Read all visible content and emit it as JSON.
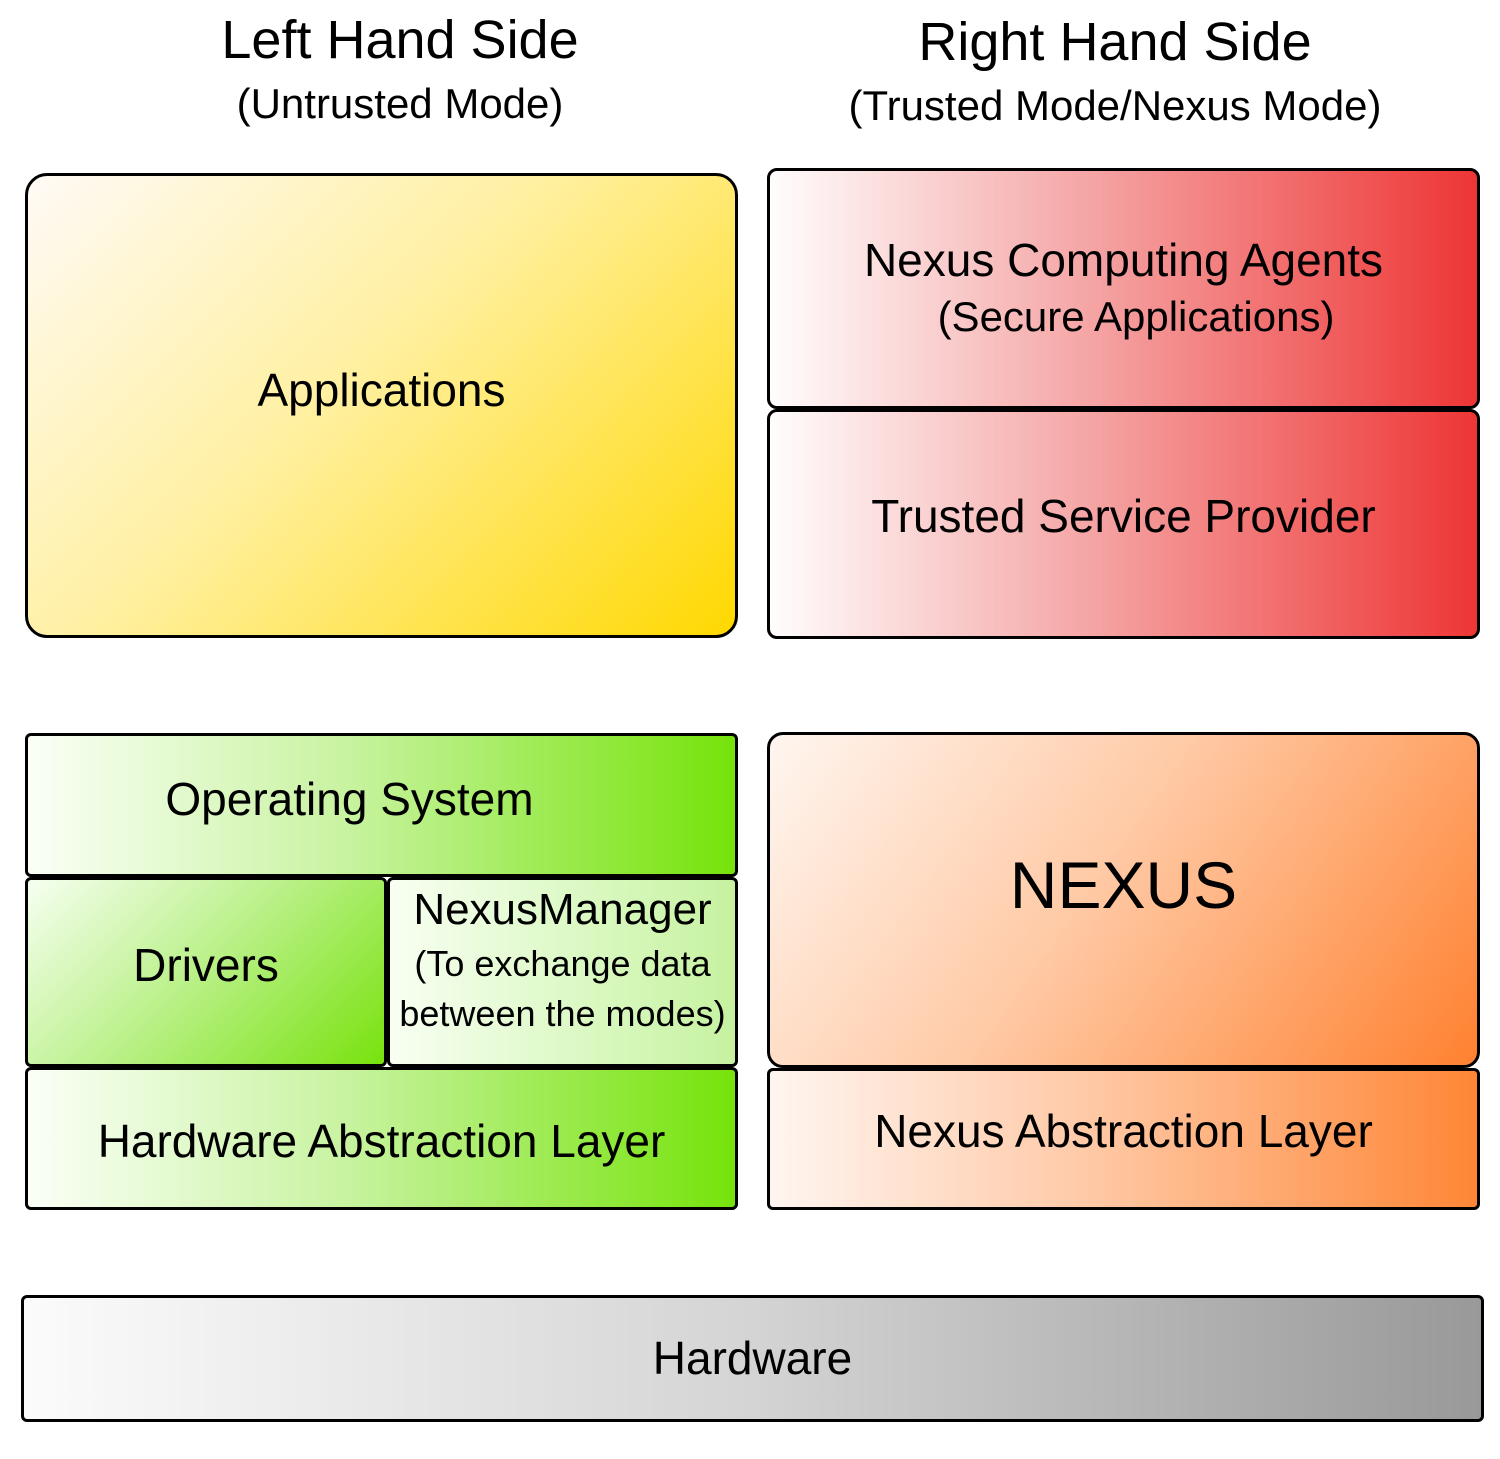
{
  "left_header": {
    "title": "Left Hand Side",
    "subtitle": "(Untrusted Mode)"
  },
  "right_header": {
    "title": "Right Hand Side",
    "subtitle": "(Trusted Mode/Nexus Mode)"
  },
  "left": {
    "applications": "Applications",
    "operating_system": "Operating System",
    "drivers": "Drivers",
    "nexus_manager": {
      "title": "NexusManager",
      "note_line1": "(To exchange data",
      "note_line2": "between the modes)"
    },
    "hal": "Hardware Abstraction Layer"
  },
  "right": {
    "agents": {
      "title": "Nexus Computing Agents",
      "subtitle": "(Secure Applications)"
    },
    "tsp": "Trusted Service Provider",
    "nexus": "NEXUS",
    "nal": "Nexus Abstraction Layer"
  },
  "bottom": {
    "hardware": "Hardware"
  },
  "colors": {
    "untrusted_apps": "#ffd800",
    "trusted_apps": "#ee3535",
    "os_layer": "#76e30b",
    "nexus_layer": "#ff8636",
    "hardware": "#999999",
    "border": "#000000"
  }
}
